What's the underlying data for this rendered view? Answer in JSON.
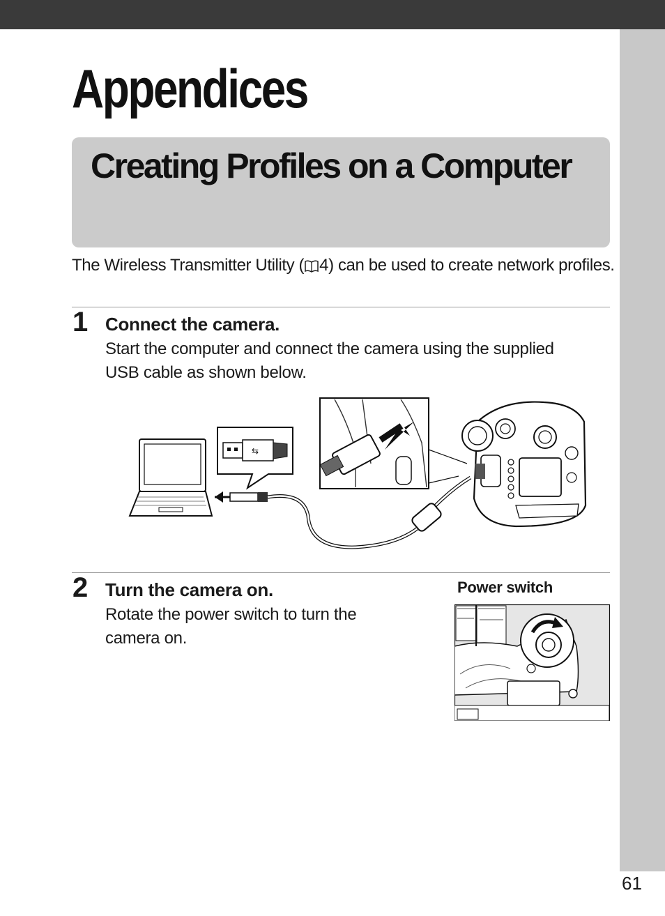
{
  "header": {
    "chapter_title": "Appendices"
  },
  "section": {
    "title": "Creating Profiles on a Computer"
  },
  "intro": {
    "before_ref": "The Wireless Transmitter Utility (",
    "ref_page": "4",
    "after_ref": ") can be used to create network profiles."
  },
  "steps": [
    {
      "number": "1",
      "heading": "Connect the camera.",
      "text": "Start the computer and connect the camera using the supplied USB cable as shown below."
    },
    {
      "number": "2",
      "heading": "Turn the camera on.",
      "text": "Rotate the power switch to turn the camera on."
    }
  ],
  "figure2": {
    "caption": "Power switch"
  },
  "icons": {
    "reference": "book-reference-icon",
    "laptop": "laptop-icon",
    "usb": "usb-icon",
    "camera": "camera-icon"
  },
  "footer": {
    "page_number": "61"
  }
}
